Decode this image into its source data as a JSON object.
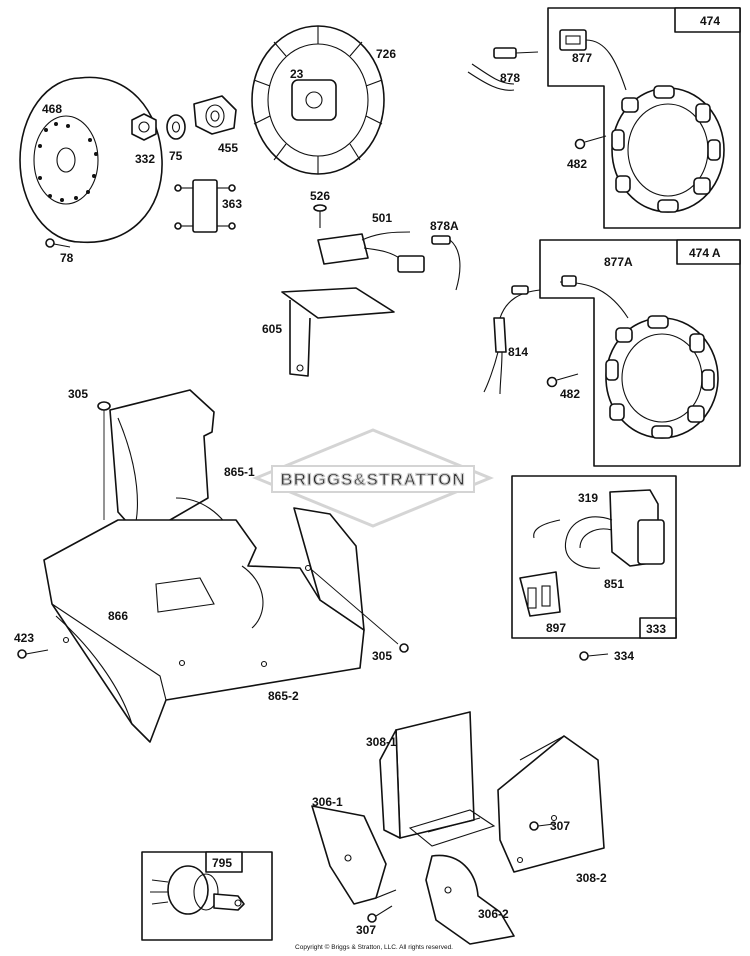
{
  "watermark": "BRIGGS&STRATTON",
  "copyright": "Copyright © Briggs & Stratton, LLC. All rights reserved.",
  "boxes": {
    "b474": "474",
    "b474a": "474 A",
    "b333": "333",
    "b795": "795"
  },
  "labels": {
    "p468": "468",
    "p332": "332",
    "p75": "75",
    "p455": "455",
    "p23": "23",
    "p726": "726",
    "p878": "878",
    "p877": "877",
    "p482a": "482",
    "p363": "363",
    "p78": "78",
    "p526": "526",
    "p501": "501",
    "p878a": "878A",
    "p605": "605",
    "p877a": "877A",
    "p814": "814",
    "p482b": "482",
    "p305a": "305",
    "p865_1": "865-1",
    "p319": "319",
    "p851": "851",
    "p897": "897",
    "p866": "866",
    "p423": "423",
    "p305b": "305",
    "p865_2": "865-2",
    "p334": "334",
    "p308_1": "308-1",
    "p306_1": "306-1",
    "p307a": "307",
    "p308_2": "308-2",
    "p306_2": "306-2",
    "p307b": "307"
  }
}
